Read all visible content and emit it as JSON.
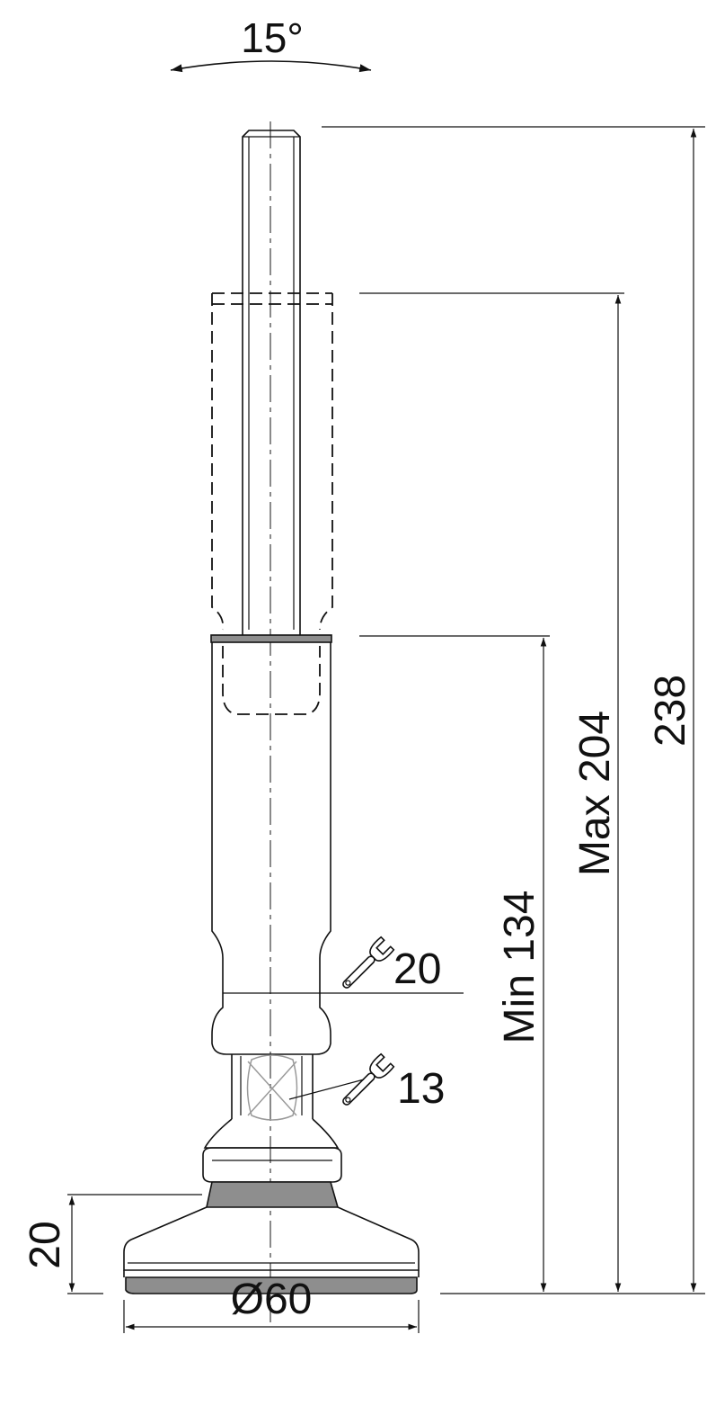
{
  "drawing": {
    "angle_label": "15°",
    "dimensions": {
      "total_height": "238",
      "max_height": "Max 204",
      "min_height": "Min 134",
      "base_height": "20",
      "base_diameter": "Ø60",
      "wrench_upper": "20",
      "wrench_lower": "13"
    }
  }
}
